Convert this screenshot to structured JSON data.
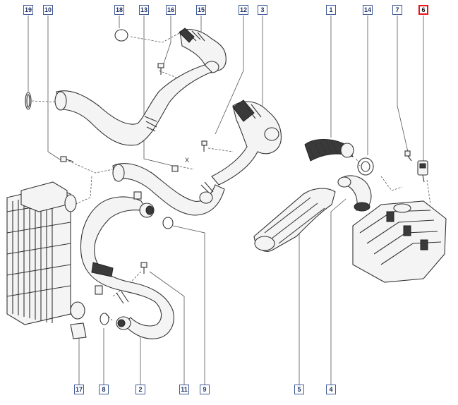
{
  "diagram": {
    "callouts": [
      {
        "key": "c19",
        "label": "19"
      },
      {
        "key": "c10",
        "label": "10"
      },
      {
        "key": "c18",
        "label": "18"
      },
      {
        "key": "c13",
        "label": "13"
      },
      {
        "key": "c16",
        "label": "16"
      },
      {
        "key": "c15",
        "label": "15"
      },
      {
        "key": "c12",
        "label": "12"
      },
      {
        "key": "c3",
        "label": "3"
      },
      {
        "key": "c1",
        "label": "1"
      },
      {
        "key": "c14",
        "label": "14"
      },
      {
        "key": "c7",
        "label": "7"
      },
      {
        "key": "c6",
        "label": "6"
      },
      {
        "key": "c17",
        "label": "17"
      },
      {
        "key": "c8",
        "label": "8"
      },
      {
        "key": "c2",
        "label": "2"
      },
      {
        "key": "c11",
        "label": "11"
      },
      {
        "key": "c9",
        "label": "9"
      },
      {
        "key": "c5",
        "label": "5"
      },
      {
        "key": "c4",
        "label": "4"
      }
    ],
    "highlighted_callout": "6",
    "highlight_color": "#e8141a",
    "callout_border_color": "#3d5a99",
    "annotation_x": "X"
  }
}
